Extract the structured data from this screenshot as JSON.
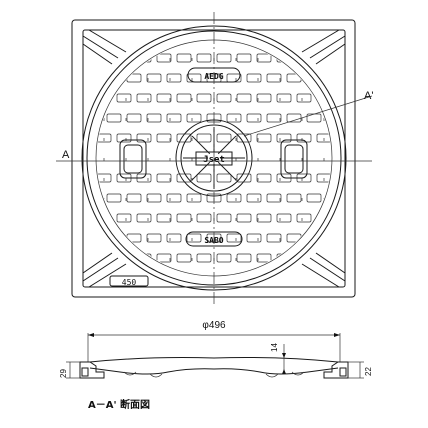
{
  "labels": {
    "section_left": "A",
    "section_right": "A'",
    "diameter": "φ496",
    "dim_14": "14",
    "dim_29": "29",
    "dim_22": "22",
    "caption": "A－A' 断面図",
    "frame_mark": "450",
    "top_text": "AEDG",
    "bottom_text": "SABO",
    "center_text": "Jset"
  }
}
